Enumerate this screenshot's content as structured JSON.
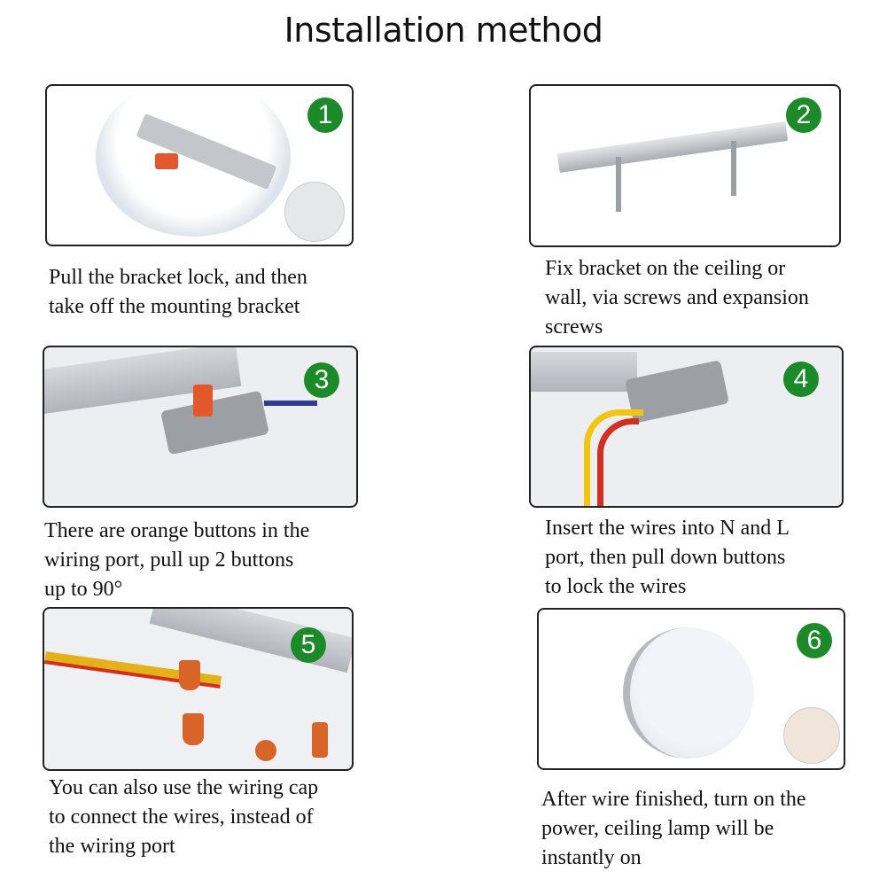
{
  "title": "Installation method",
  "steps": [
    {
      "number": "1",
      "caption": [
        "Pull the bracket lock, and then",
        "take off the mounting bracket"
      ]
    },
    {
      "number": "2",
      "caption": [
        "Fix bracket on the ceiling or",
        "wall, via screws and expansion",
        "screws"
      ]
    },
    {
      "number": "3",
      "caption": [
        "There are orange buttons in the",
        "wiring port, pull up 2 buttons",
        "up to 90°"
      ]
    },
    {
      "number": "4",
      "caption": [
        "Insert the wires into N and L",
        "port, then pull down buttons",
        "to lock the wires"
      ]
    },
    {
      "number": "5",
      "caption": [
        "You can also use the wiring cap",
        "to connect the wires, instead of",
        "the wiring port"
      ]
    },
    {
      "number": "6",
      "caption": [
        "After wire finished, turn on the",
        "power, ceiling lamp will be",
        "instantly on"
      ]
    }
  ],
  "colors": {
    "badge": "#1d8a2a",
    "connector": "#e2572b",
    "bracket": "#b9bec4"
  }
}
